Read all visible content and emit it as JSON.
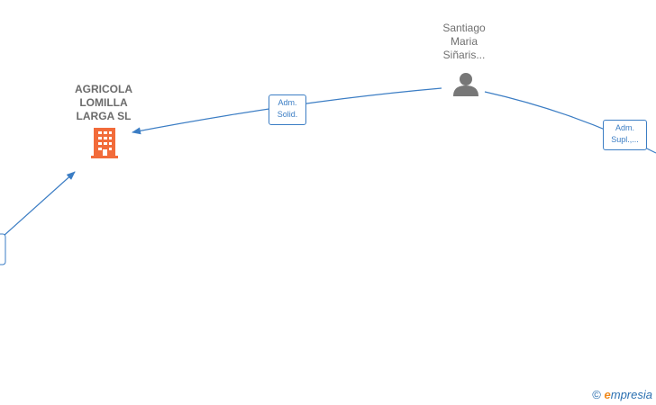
{
  "nodes": {
    "company": {
      "name": "AGRICOLA LOMILLA LARGA SL",
      "lines": [
        "AGRICOLA",
        "LOMILLA",
        "LARGA  SL"
      ]
    },
    "person": {
      "lines": [
        "Santiago",
        "Maria",
        "Siñaris..."
      ]
    }
  },
  "edges": [
    {
      "lines": [
        "Adm.",
        "Solid."
      ]
    },
    {
      "lines": [
        "Adm.",
        "Supl.,..."
      ]
    }
  ],
  "footer": {
    "copyright": "©",
    "brand_e": "e",
    "brand_rest": "mpresia"
  },
  "colors": {
    "edge": "#3b7dc4",
    "company_icon": "#f26b3a",
    "person_icon": "#777777"
  }
}
